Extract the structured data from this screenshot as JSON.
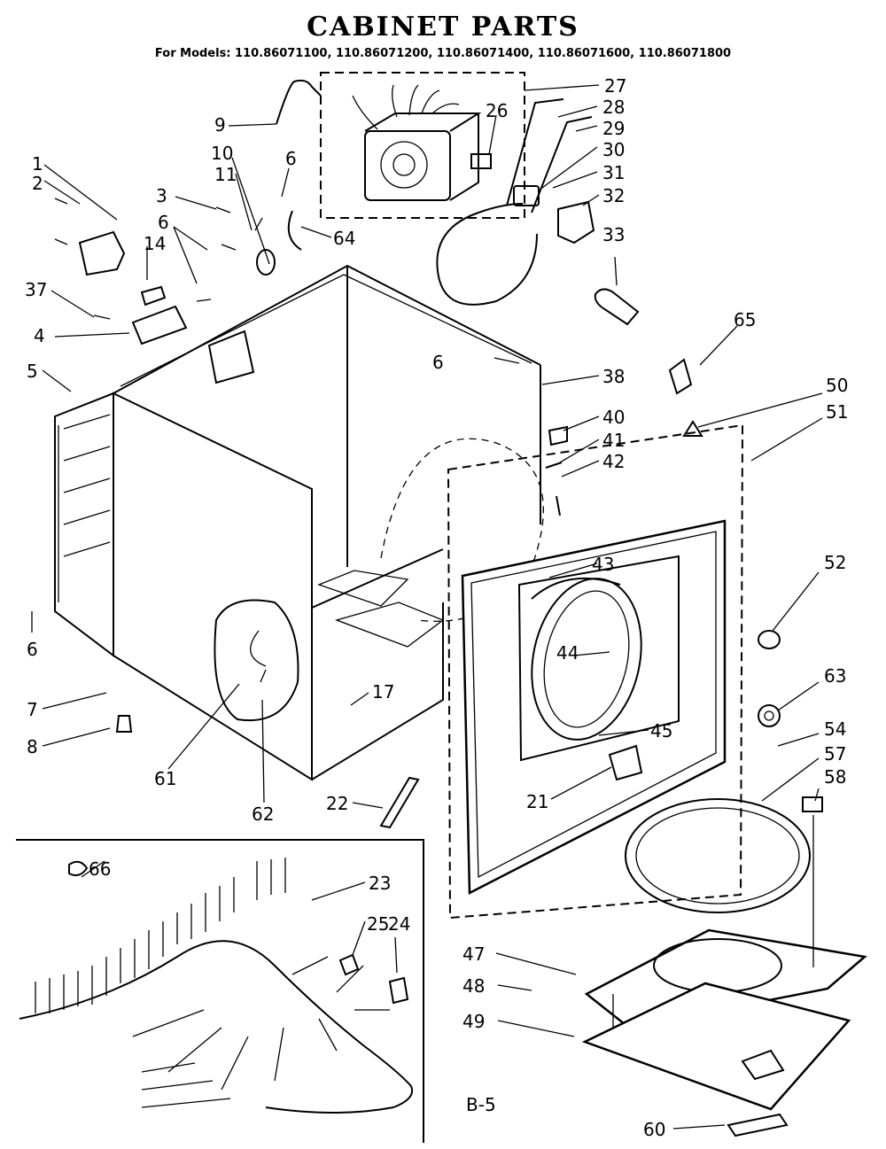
{
  "title": "CABINET PARTS",
  "subtitle": "For Models: 110.86071100, 110.86071200, 110.86071400, 110.86071600, 110.86071800",
  "page_number": "B-5",
  "callouts": [
    "1",
    "2",
    "3",
    "4",
    "5",
    "6",
    "7",
    "8",
    "9",
    "10",
    "11",
    "14",
    "17",
    "21",
    "22",
    "23",
    "24",
    "25",
    "26",
    "27",
    "28",
    "29",
    "30",
    "31",
    "32",
    "33",
    "37",
    "38",
    "40",
    "41",
    "42",
    "43",
    "44",
    "45",
    "47",
    "48",
    "49",
    "50",
    "51",
    "52",
    "54",
    "57",
    "58",
    "60",
    "61",
    "62",
    "63",
    "64",
    "65",
    "66"
  ]
}
